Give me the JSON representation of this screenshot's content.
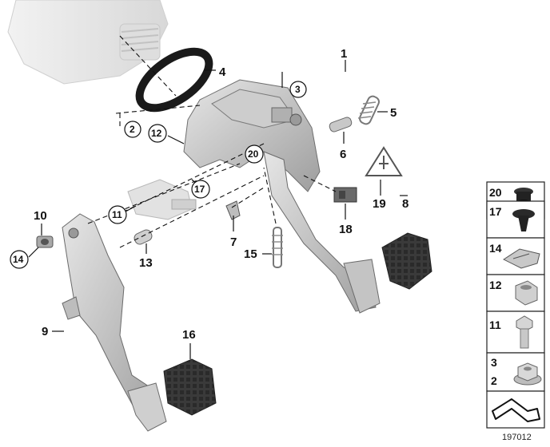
{
  "callouts": {
    "c1": "1",
    "c2": "2",
    "c3": "3",
    "c4": "4",
    "c5": "5",
    "c6": "6",
    "c7": "7",
    "c8": "8",
    "c9": "9",
    "c10": "10",
    "c11": "11",
    "c12": "12",
    "c13": "13",
    "c14": "14",
    "c15": "15",
    "c16": "16",
    "c17": "17",
    "c18": "18",
    "c19": "19",
    "c20": "20"
  },
  "side_panel": {
    "items": [
      "20",
      "17",
      "14",
      "12",
      "11",
      "3",
      "2"
    ]
  },
  "reference_code": "197012",
  "colors": {
    "part_gray": "#bdbdbd",
    "part_light": "#e2e2e2",
    "part_dark": "#8a8a8a",
    "rubber": "#3a3a3a",
    "line": "#111111"
  }
}
